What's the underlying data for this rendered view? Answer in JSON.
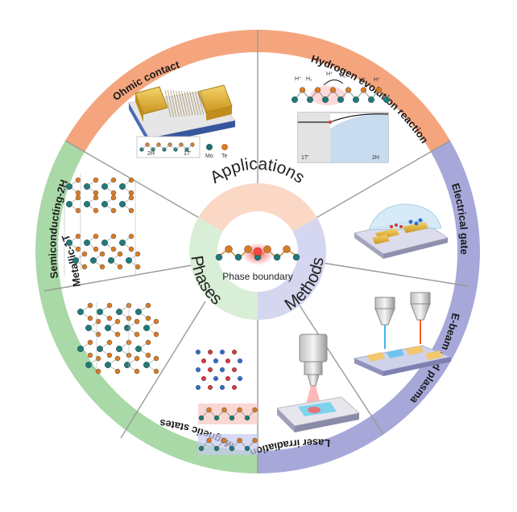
{
  "colors": {
    "applications": "#f5a57e",
    "applications_light": "#fbd8c6",
    "methods": "#a7a8d9",
    "methods_light": "#d5d6ef",
    "phases": "#a8d9a6",
    "phases_light": "#d8eed6",
    "divider": "#9a9a9a",
    "panel_bg": "#ffffff"
  },
  "center": {
    "label": "Phase boundary"
  },
  "hub": {
    "applications": "Applications",
    "methods": "Methods",
    "phases": "Phases"
  },
  "segments": {
    "ohmic_contact": "Ohmic contact",
    "hydrogen_evolution": "Hydrogen evolution reaction",
    "electrical_gate": "Electrical gate",
    "ebeam_plasma": "E-beam and plasma",
    "laser_irradiation": "Laser irradiation",
    "magnetic_states": "Magnetic states",
    "metallic_1t": "Metallic-1T",
    "semiconducting_2h": "Semiconducting-2H"
  },
  "panel_labels": {
    "her_h_plus": "H⁺",
    "her_h2": "H₂",
    "her_1t": "1T'",
    "her_2h": "2H",
    "ohmic_2h": "2H",
    "ohmic_1t": "1T'",
    "ohmic_mo": "Mo",
    "ohmic_te": "Te"
  },
  "icons": [
    "crystal-structure-icon",
    "laser-beam-icon",
    "electron-beam-icon",
    "electrolyte-drop-icon",
    "device-icon",
    "atom-chain-icon"
  ]
}
